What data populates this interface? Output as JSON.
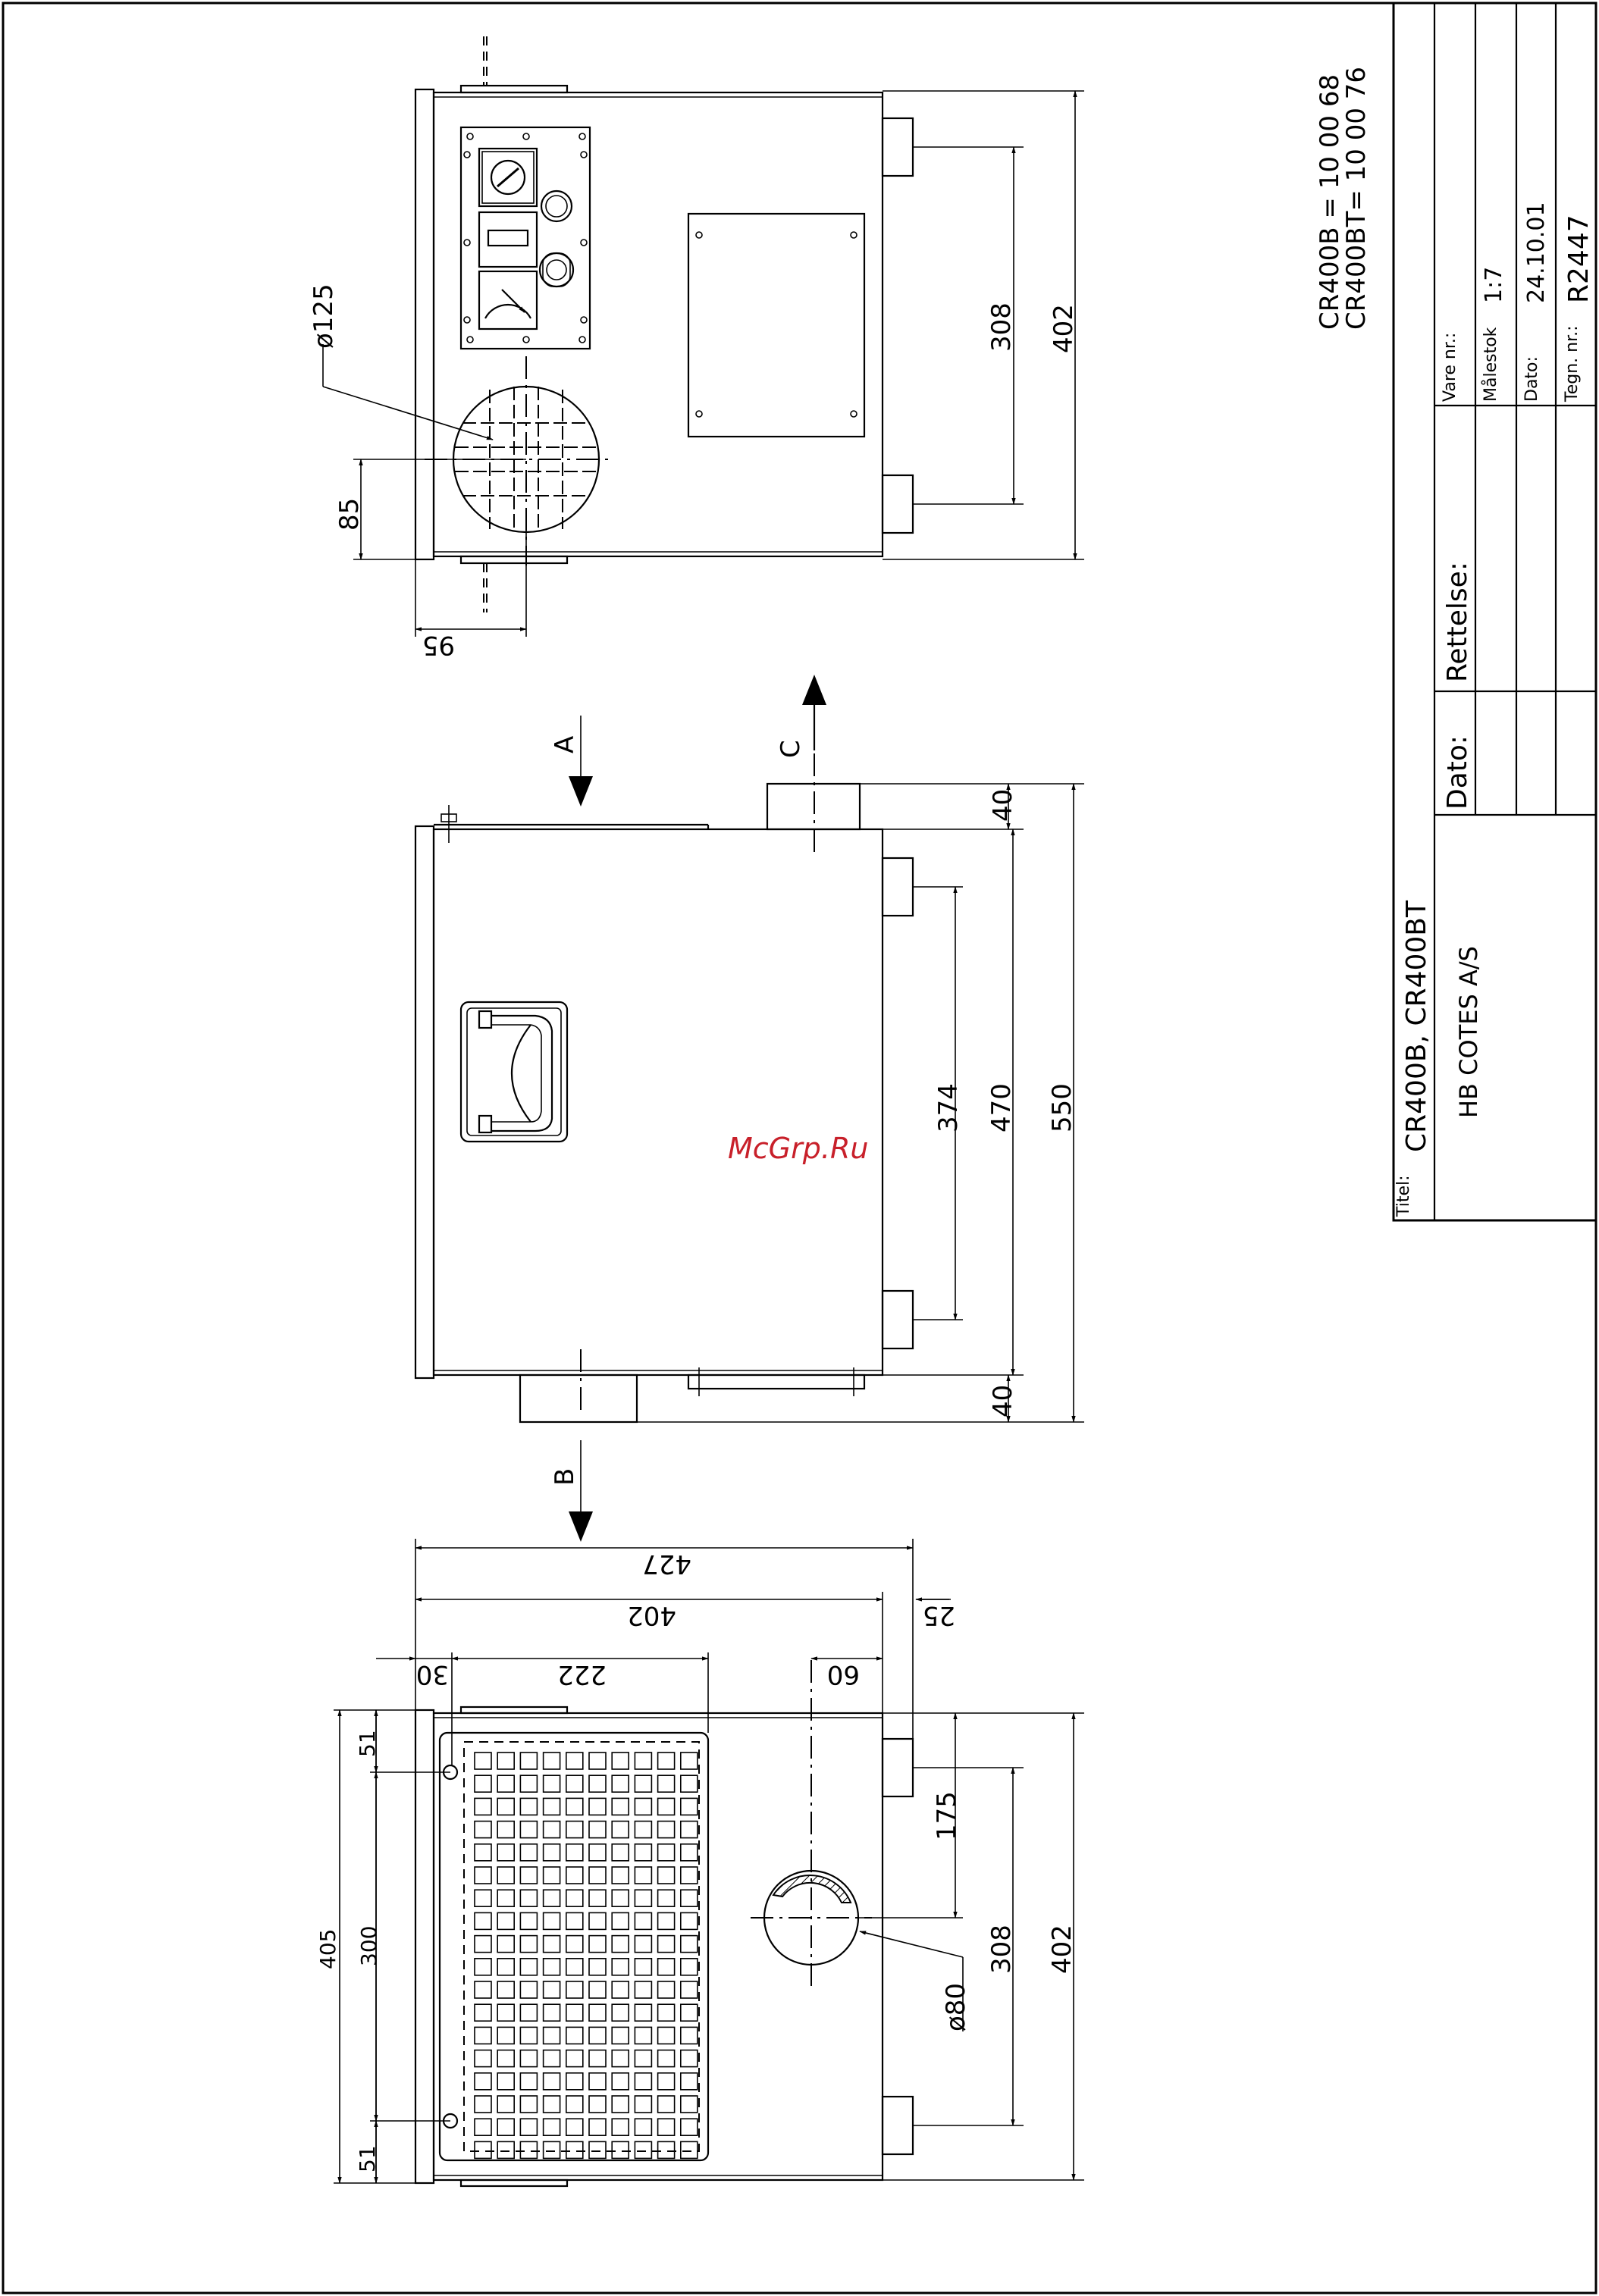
{
  "watermark": "McGrp.Ru",
  "model_codes": {
    "line1": "CR400B = 10 00 68",
    "line2": "CR400BT= 10 00 76"
  },
  "title_block": {
    "vare_label": "Vare nr.:",
    "malestok_label": "Målestok",
    "malestok_value": "1:7",
    "dato_label": "Dato:",
    "dato_value": "24.10.01",
    "tegn_label": "Tegn. nr.:",
    "tegn_value": "R2447",
    "rettelse_label": "Rettelse:",
    "dato_rev_label": "Dato:",
    "titel_label": "Titel:",
    "title": "CR400B, CR400BT",
    "company": "HB COTES A/S"
  },
  "top_view": {
    "dia_125": "ø125",
    "dim_85": "85",
    "dim_95": "95",
    "dim_308": "308",
    "dim_402": "402"
  },
  "side_view": {
    "arrow_a": "A",
    "arrow_b": "B",
    "arrow_c": "C",
    "dim_40_top": "40",
    "dim_40_bottom": "40",
    "dim_374": "374",
    "dim_470": "470",
    "dim_550": "550"
  },
  "front_view": {
    "dim_427": "427",
    "dim_402_w": "402",
    "dim_25": "25",
    "dim_30": "30",
    "dim_222": "222",
    "dim_60": "60",
    "dim_51_top": "51",
    "dim_51_bottom": "51",
    "dim_300": "300",
    "dim_405": "405",
    "dim_175": "175",
    "dim_308_h": "308",
    "dim_402_h": "402",
    "dia_80": "ø80"
  }
}
